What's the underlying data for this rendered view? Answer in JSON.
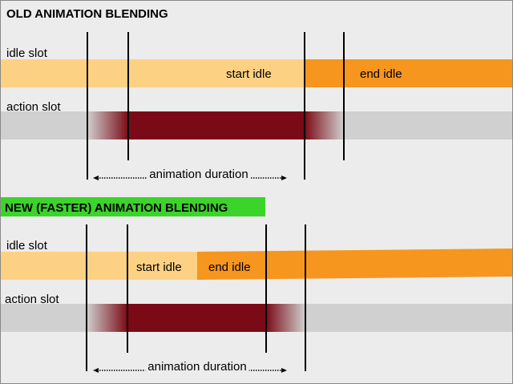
{
  "sections": [
    {
      "title": "OLD ANIMATION BLENDING",
      "idle_slot_label": "idle slot",
      "action_slot_label": "action slot",
      "start_idle_label": "start idle",
      "end_idle_label": "end idle",
      "duration_label": "animation duration"
    },
    {
      "title": "NEW (FASTER) ANIMATION BLENDING",
      "idle_slot_label": "idle slot",
      "action_slot_label": "action slot",
      "start_idle_label": "start idle",
      "end_idle_label": "end idle",
      "duration_label": "animation duration"
    }
  ],
  "colors": {
    "background": "#ececec",
    "start_idle": "#fdd184",
    "end_idle": "#f6961f",
    "action_slot": "#d0d0d0",
    "action_clip": "#7a0b16",
    "new_title_highlight": "#3bd42a",
    "marker_line": "#000000"
  }
}
